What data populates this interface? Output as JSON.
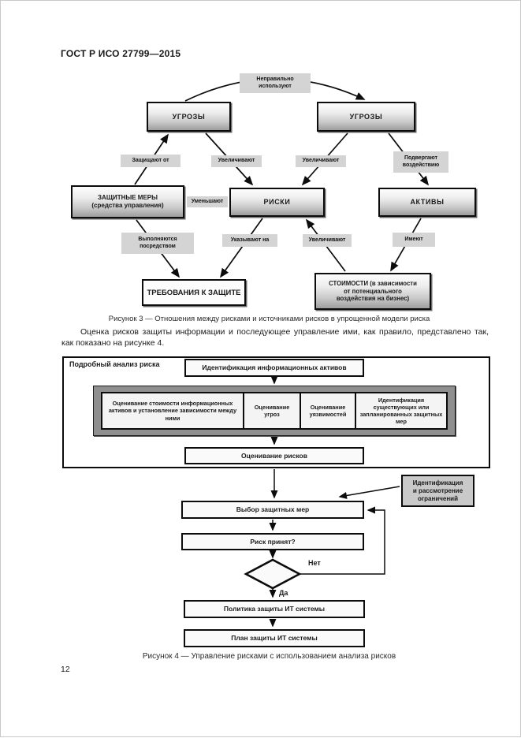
{
  "page": {
    "header": "ГОСТ Р ИСО 27799—2015",
    "page_number": "12",
    "paragraph": "Оценка рисков защиты информации и последующее управление ими, как правило, представлено так, как показано на рисунке 4."
  },
  "colors": {
    "edge_label_bg": "#d4d4d4",
    "node_gradient_bottom": "#9d9d9d",
    "band_bg": "#8f8f8f",
    "constraints_bg": "#c9c9c9"
  },
  "figure3": {
    "caption": "Рисунок 3 — Отношения между рисками и источниками рисков в упрощенной модели риска",
    "nodes": {
      "threats_left": "УГРОЗЫ",
      "threats_right": "УГРОЗЫ",
      "safeguards": "ЗАЩИТНЫЕ МЕРЫ\n(средства управления)",
      "risks": "РИСКИ",
      "assets": "АКТИВЫ",
      "requirements": "ТРЕБОВАНИЯ К ЗАЩИТЕ",
      "values": "СТОИМОСТИ (в зависимости\nот потенциального\nвоздействия на бизнес)"
    },
    "edges": {
      "misuse": "Неправильно\nиспользуют",
      "protect": "Защищают от",
      "increase_left": "Увеличивают",
      "increase_right": "Увеличивают",
      "expose": "Подвергают\nвоздействию",
      "reduce": "Уменьшают",
      "met_by": "Выполняются\nпосредством",
      "indicate": "Указывают на",
      "increase_from_values": "Увеличивают",
      "have": "Имеют"
    }
  },
  "figure4": {
    "caption": "Рисунок 4 — Управление рисками с использованием анализа рисков",
    "detailed_analysis_label": "Подробный анализ риска",
    "steps": {
      "identify_assets": "Идентификация информационных активов",
      "value_assessment": "Оценивание стоимости информационных активов и установление зависимости между ними",
      "threat_assessment": "Оценивание угроз",
      "vulnerability_assessment": "Оценивание уязвимостей",
      "safeguard_identification": "Идентификация существующих или запланированных защитных мер",
      "risk_assessment": "Оценивание рисков",
      "constraints": "Идентификация\nи рассмотрение\nограничений",
      "select_safeguards": "Выбор защитных мер",
      "risk_accepted": "Риск принят?",
      "no_label": "Нет",
      "yes_label": "Да",
      "policy": "Политика защиты ИТ системы",
      "plan": "План защиты ИТ системы"
    }
  }
}
